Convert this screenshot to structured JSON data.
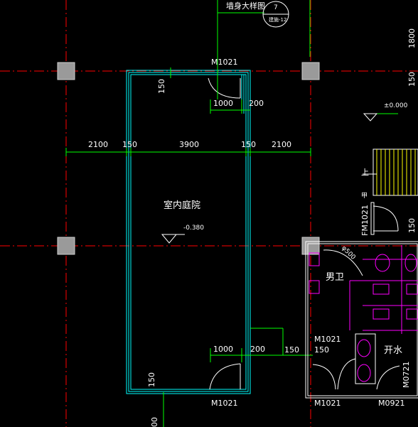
{
  "drawing": {
    "detail_title": "墙身大样图",
    "detail_callout": {
      "number": "7",
      "sheet": "建施-12"
    },
    "room_name": "室内庭院",
    "room_elevation": "-0.380",
    "level_mark": "±0.000",
    "dims": {
      "d2100_left": "2100",
      "d150_a": "150",
      "d3900": "3900",
      "d150_b": "150",
      "d2100_right": "2100",
      "d1000_top": "1000",
      "d200_top": "200",
      "d1000_bottom": "1000",
      "d200_bottom": "200",
      "d150_side": "150",
      "d150_bottom_left": "150",
      "d150_top_vertical": "150",
      "d150_bottom_vertical": "150",
      "d1800_edge": "1800",
      "d150_edge": "150",
      "d150_grid": "150",
      "d150_diam": "φ500",
      "d00_edge": "00"
    },
    "doors": {
      "m1021_top": "M1021",
      "m1021_bottom": "M1021",
      "m1021_restroom": "M1021",
      "m1021_restroom_bottom": "M1021",
      "m0921": "M0921",
      "fm1021": "FM1021",
      "m0721": "M0721"
    },
    "rooms": {
      "mens_restroom": "男卫",
      "water_room": "开水"
    },
    "stair_up": "上",
    "stair_mark": "甲",
    "colors": {
      "background": "#000000",
      "axis_red": "#ff0000",
      "wall_cyan": "#00ffff",
      "dim_green": "#00ff00",
      "text_white": "#ffffff",
      "fixture_magenta": "#ff00ff",
      "column_gray": "#9a9a9a",
      "detail_yellow": "#ffff00"
    }
  }
}
